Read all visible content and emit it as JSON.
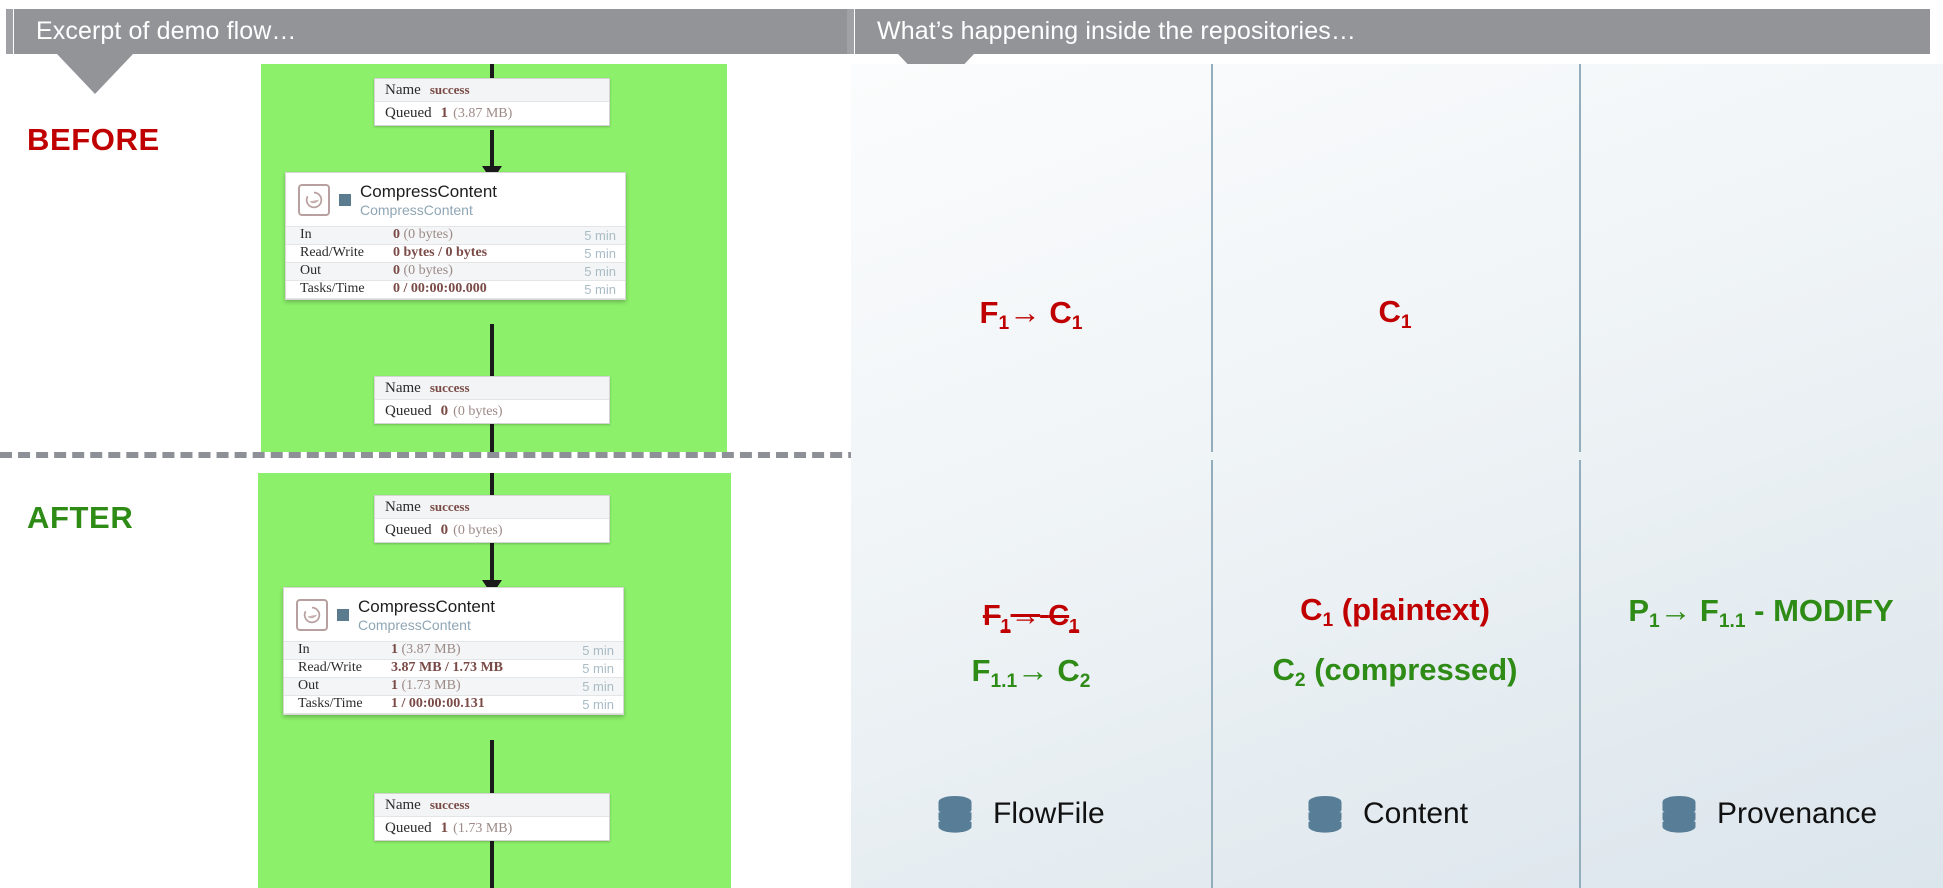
{
  "banners": {
    "left": "Excerpt of demo flow…",
    "right": "What’s happening inside the repositories…"
  },
  "side_labels": {
    "before": "BEFORE",
    "after": "AFTER"
  },
  "colors": {
    "banner_grey": "#929497",
    "before_red": "#c00000",
    "after_green": "#2e8b16",
    "flow_green": "#8cf06a",
    "repo_line": "#93adbd",
    "db_icon": "#587d96"
  },
  "flow_before": {
    "queue_top": {
      "name_label": "Name",
      "name_value": "success",
      "queued_label": "Queued",
      "queued_count": "1",
      "queued_size": "(3.87 MB)"
    },
    "processor": {
      "name": "CompressContent",
      "type": "CompressContent",
      "icon": "compress-content-icon",
      "run_status": "stopped",
      "stats": [
        {
          "label": "In",
          "value": "0",
          "detail": "(0 bytes)",
          "time": "5 min"
        },
        {
          "label": "Read/Write",
          "value": "0 bytes / 0 bytes",
          "detail": "",
          "time": "5 min"
        },
        {
          "label": "Out",
          "value": "0",
          "detail": "(0 bytes)",
          "time": "5 min"
        },
        {
          "label": "Tasks/Time",
          "value": "0 / 00:00:00.000",
          "detail": "",
          "time": "5 min"
        }
      ]
    },
    "queue_bottom": {
      "name_label": "Name",
      "name_value": "success",
      "queued_label": "Queued",
      "queued_count": "0",
      "queued_size": "(0 bytes)"
    }
  },
  "flow_after": {
    "queue_top": {
      "name_label": "Name",
      "name_value": "success",
      "queued_label": "Queued",
      "queued_count": "0",
      "queued_size": "(0 bytes)"
    },
    "processor": {
      "name": "CompressContent",
      "type": "CompressContent",
      "icon": "compress-content-icon",
      "run_status": "stopped",
      "stats": [
        {
          "label": "In",
          "value": "1",
          "detail": "(3.87 MB)",
          "time": "5 min"
        },
        {
          "label": "Read/Write",
          "value": "3.87 MB / 1.73 MB",
          "detail": "",
          "time": "5 min"
        },
        {
          "label": "Out",
          "value": "1",
          "detail": "(1.73 MB)",
          "time": "5 min"
        },
        {
          "label": "Tasks/Time",
          "value": "1 / 00:00:00.131",
          "detail": "",
          "time": "5 min"
        }
      ]
    },
    "queue_bottom": {
      "name_label": "Name",
      "name_value": "success",
      "queued_label": "Queued",
      "queued_count": "1",
      "queued_size": "(1.73 MB)"
    }
  },
  "repositories": {
    "footer": [
      {
        "label": "FlowFile",
        "icon": "database-icon"
      },
      {
        "label": "Content",
        "icon": "database-icon"
      },
      {
        "label": "Provenance",
        "icon": "database-icon"
      }
    ],
    "before": {
      "flowfile": {
        "text": "F1→ C1",
        "color": "red"
      },
      "content": {
        "text": "C1",
        "color": "red"
      },
      "provenance": {
        "text": "",
        "color": "red"
      }
    },
    "after": {
      "flowfile_old": {
        "text": "F1→ C1",
        "color": "red",
        "strike": "true"
      },
      "flowfile_new": {
        "text": "F1.1→ C2",
        "color": "green"
      },
      "content_old": {
        "text": "C1 (plaintext)",
        "color": "red"
      },
      "content_new": {
        "text": "C2 (compressed)",
        "color": "green"
      },
      "provenance": {
        "text": "P1→ F1.1 - MODIFY",
        "color": "green"
      }
    }
  }
}
